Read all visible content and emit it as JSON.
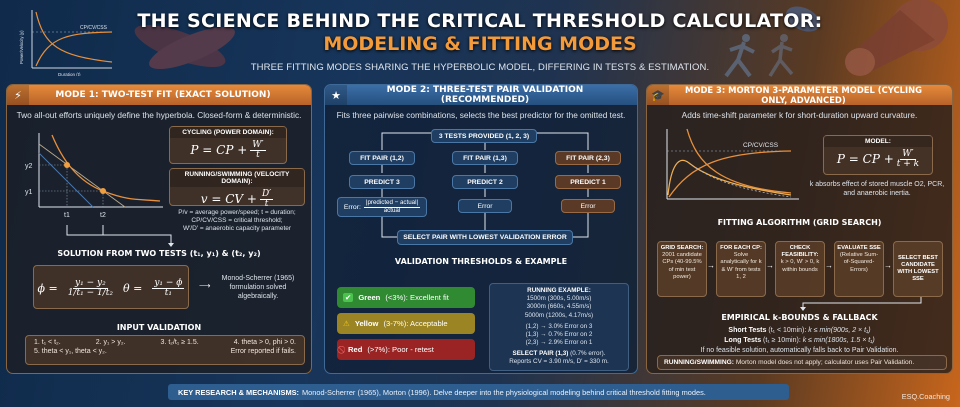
{
  "header": {
    "title": "THE SCIENCE BEHIND THE CRITICAL THRESHOLD CALCULATOR:",
    "subtitle": "MODELING & FITTING MODES",
    "tagline": "THREE FITTING MODES SHARING THE HYPERBOLIC MODEL, DIFFERING IN TESTS & ESTIMATION.",
    "mini_chart": {
      "y_label": "Power/Velocity (y)",
      "x_label": "Duration (t)",
      "line_label": "CP/CV/CSS"
    }
  },
  "mode1": {
    "icon": "lightning-icon",
    "title": "MODE 1: TWO-TEST FIT (EXACT SOLUTION)",
    "description": "Two all-out efforts uniquely define the hyperbola. Closed-form & deterministic.",
    "chart": {
      "y_ticks": [
        "y2",
        "y1"
      ],
      "x_ticks": [
        "t1",
        "t2"
      ]
    },
    "cycling": {
      "label": "CYCLING (POWER DOMAIN):",
      "lhs": "P = CP +",
      "num": "W′",
      "den": "t"
    },
    "running": {
      "label": "RUNNING/SWIMMING (VELOCITY DOMAIN):",
      "lhs": "v = CV +",
      "num": "D′",
      "den": "t"
    },
    "legend": [
      "P/v = average power/speed; t = duration;",
      "CP/CV/CSS = critical threshold;",
      "W′/D′ = anaerobic capacity parameter"
    ],
    "solution_title": "SOLUTION FROM TWO TESTS (t₁, y₁) & (t₂, y₂)",
    "phi": {
      "lhs": "ϕ =",
      "num": "y₁ − y₂",
      "den": "1/t₁ − 1/t₂"
    },
    "theta": {
      "lhs": "θ =",
      "num": "y₁ − ϕ",
      "den": "t₁"
    },
    "solution_note": "Monod-Scherrer (1965) formulation solved algebraically.",
    "validation_title": "INPUT VALIDATION",
    "validation_row1": [
      "1. t₁ < t₂.",
      "2. y₁ > y₂.",
      "3. t₂/t₁ ≥ 1.5.",
      "4. theta > 0, phi > 0."
    ],
    "validation_row2": [
      "5. theta < y₁, theta < y₂.",
      "Error reported if fails."
    ]
  },
  "mode2": {
    "icon": "star-icon",
    "title": "MODE 2: THREE-TEST PAIR VALIDATION (RECOMMENDED)",
    "description": "Fits three pairwise combinations, selects the best predictor for the omitted test.",
    "root": "3 TESTS PROVIDED (1, 2, 3)",
    "branches": [
      {
        "fit": "FIT PAIR (1,2)",
        "predict": "PREDICT 3",
        "error_label": "Error:",
        "error_num": "|predicted − actual|",
        "error_den": "actual"
      },
      {
        "fit": "FIT PAIR (1,3)",
        "predict": "PREDICT 2",
        "error": "Error"
      },
      {
        "fit": "FIT PAIR (2,3)",
        "predict": "PREDICT 1",
        "error": "Error"
      }
    ],
    "select": "SELECT PAIR WITH LOWEST VALIDATION ERROR",
    "thresholds_title": "VALIDATION THRESHOLDS & EXAMPLE",
    "thresholds": [
      {
        "name": "Green",
        "range": "(<3%): Excellent fit",
        "color": "#2f8a32",
        "icon": "check-icon"
      },
      {
        "name": "Yellow",
        "range": "(3-7%): Acceptable",
        "color": "#9a8424",
        "icon": "warning-icon"
      },
      {
        "name": "Red",
        "range": "(>7%): Poor - retest",
        "color": "#9a2424",
        "icon": "prohibited-icon"
      }
    ],
    "example": {
      "title": "RUNNING EXAMPLE:",
      "tests": [
        "1500m (300s, 5.00m/s)",
        "3000m (660s, 4.55m/s)",
        "5000m (1200s, 4.17m/s)"
      ],
      "errors": [
        "(1,2) → 3.0% Error on 3",
        "(1,3) → 0.7% Error on 2",
        "(2,3) → 2.9% Error on 1"
      ],
      "select_bold": "SELECT PAIR (1,3)",
      "select_rest": "(0.7% error).",
      "report": "Reports CV = 3.90 m/s, D′ = 330 m."
    }
  },
  "mode3": {
    "icon": "graduation-cap-icon",
    "title": "MODE 3: MORTON 3-PARAMETER MODEL (CYCLING ONLY, ADVANCED)",
    "description": "Adds time-shift parameter k for short-duration upward curvature.",
    "chart_label": "CP/CV/CSS",
    "model": {
      "label": "MODEL:",
      "lhs": "P = CP +",
      "num": "W′",
      "den": "t + k"
    },
    "model_note": "k absorbs effect of stored muscle O2, PCR, and anaerobic inertia.",
    "algo_title": "FITTING ALGORITHM (GRID SEARCH)",
    "steps": [
      {
        "title": "GRID SEARCH:",
        "body": "2001 candidate CPs (40-99.5% of min test power)"
      },
      {
        "title": "FOR EACH CP:",
        "body": "Solve analytically for k & W′ from tests 1, 2"
      },
      {
        "title": "CHECK FEASIBILITY:",
        "body": "k > 0, W′ > 0, k within bounds"
      },
      {
        "title": "EVALUATE SSE",
        "body": "(Relative Sum-of-Squared-Errors)"
      },
      {
        "title": "SELECT BEST CANDIDATE WITH LOWEST SSE",
        "body": ""
      }
    ],
    "bounds_title": "EMPIRICAL k-BOUNDS & FALLBACK",
    "short": {
      "label": "Short Tests",
      "cond": "(t₁ < 10min):",
      "rule": "k ≤ min(900s, 2 × t₁)"
    },
    "long": {
      "label": "Long Tests",
      "cond": "(t₁ ≥ 10min):",
      "rule": "k ≤ min(1800s, 1.5 × t₁)"
    },
    "fallback": "If no feasible solution, automatically falls back to Pair Validation.",
    "note_bold": "RUNNING/SWIMMING:",
    "note_rest": "Morton model does not apply; calculator uses Pair Validation."
  },
  "footer": {
    "label": "KEY RESEARCH & MECHANISMS:",
    "text": "Monod-Scherrer (1965), Morton (1996). Delve deeper into the physiological modeling behind critical threshold fitting modes.",
    "brand": "ESQ.Coaching"
  },
  "colors": {
    "orange": "#e58a3a",
    "blue": "#3c6ea8",
    "green": "#2f8a32",
    "yellow": "#9a8424",
    "red": "#9a2424"
  }
}
